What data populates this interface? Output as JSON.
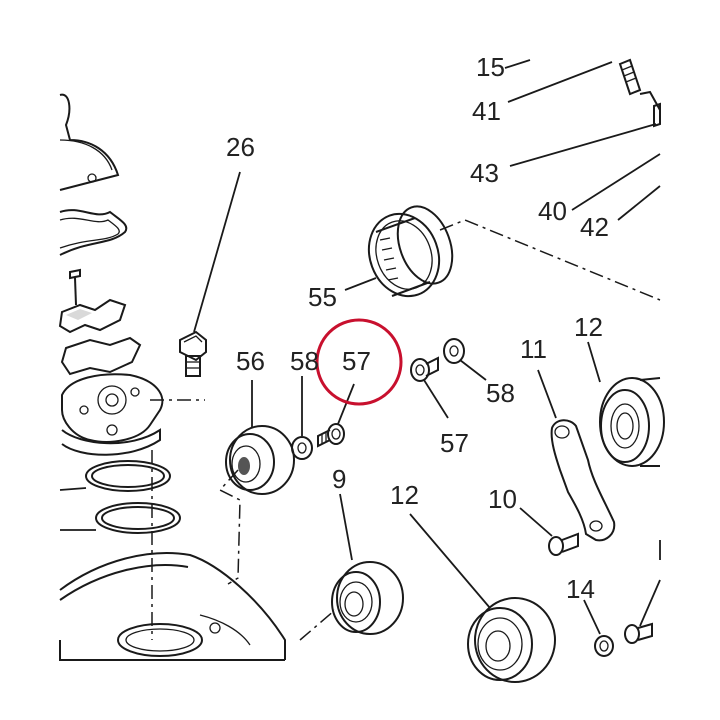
{
  "diagram": {
    "highlight_color": "#c8102e",
    "line_color": "#1a1a1a",
    "labels": {
      "p15": "15",
      "p41": "41",
      "p43": "43",
      "p40": "40",
      "p42": "42",
      "p26": "26",
      "p55": "55",
      "p56": "56",
      "p58_left": "58",
      "p57_highlight": "57",
      "p58_right": "58",
      "p57_right": "57",
      "p11": "11",
      "p12_top": "12",
      "p12_bottom": "12",
      "p9": "9",
      "p10": "10",
      "p14": "14"
    }
  }
}
